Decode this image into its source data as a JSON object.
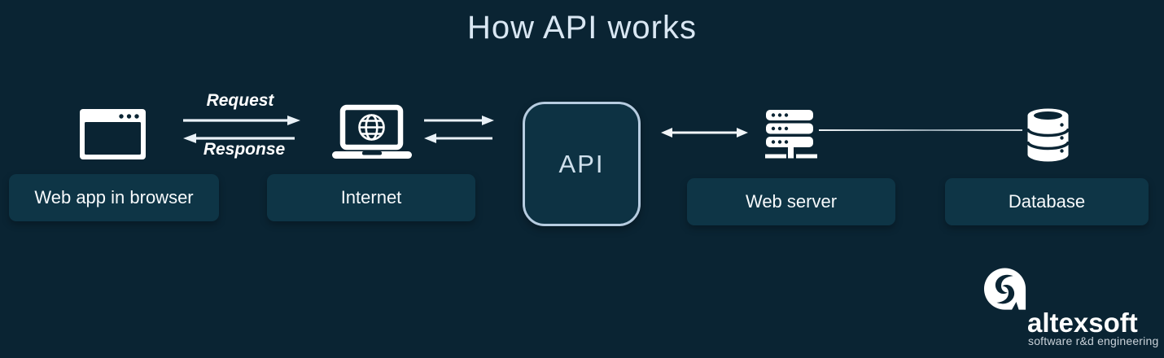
{
  "title": "How API works",
  "flow": {
    "request_label": "Request",
    "response_label": "Response"
  },
  "nodes": {
    "webapp": {
      "label": "Web app in browser",
      "icon": "browser-icon"
    },
    "internet": {
      "label": "Internet",
      "icon": "laptop-globe-icon"
    },
    "api": {
      "label": "API"
    },
    "webserver": {
      "label": "Web server",
      "icon": "server-icon"
    },
    "database": {
      "label": "Database",
      "icon": "database-icon"
    }
  },
  "logo": {
    "brand": "altexsoft",
    "tagline": "software r&d engineering"
  },
  "colors": {
    "background": "#0a2433",
    "label_box": "#0e3546",
    "api_box_fill": "#0d3243",
    "api_box_border": "#b6cce0",
    "title_text": "#d9e7f3",
    "arrow": "#e9f1f7",
    "icon": "#ffffff",
    "tagline_text": "#c9d2d9"
  }
}
